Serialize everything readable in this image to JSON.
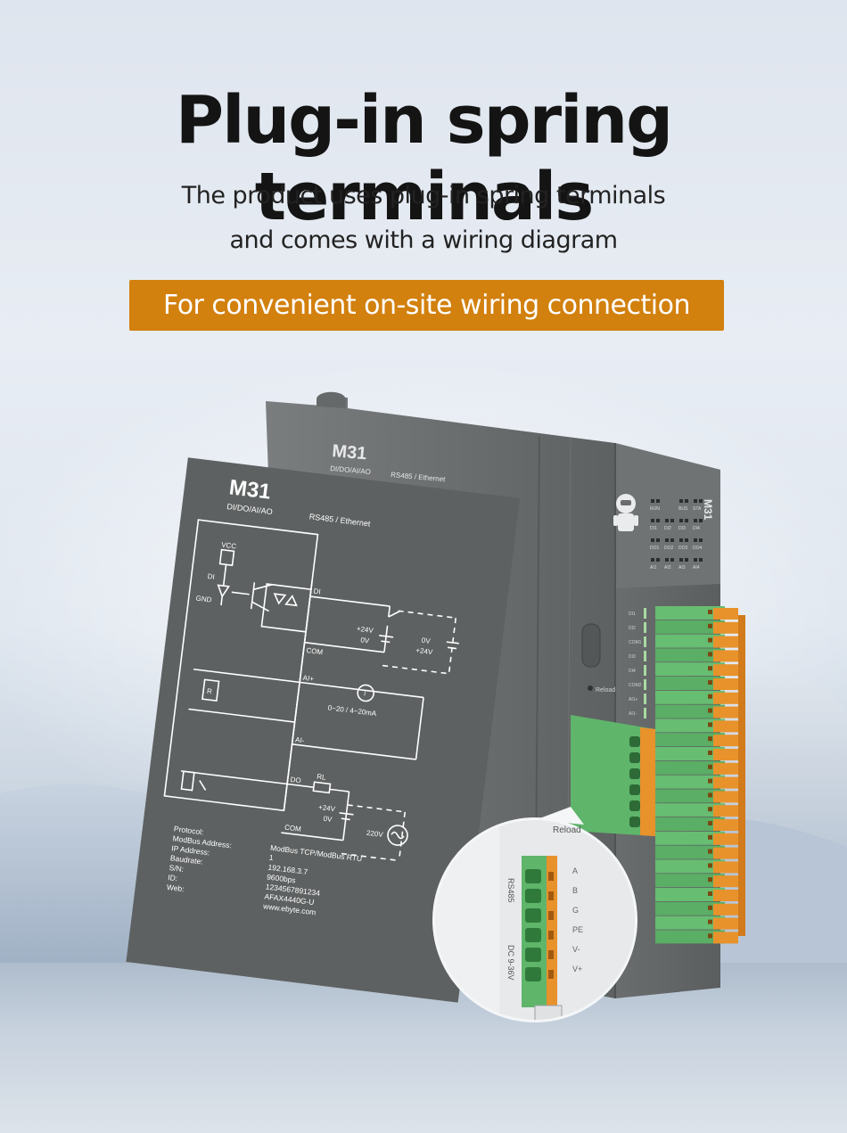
{
  "headline": "Plug-in spring terminals",
  "subtitle_line1": "The product uses plug-in spring terminals",
  "subtitle_line2": "and comes with a wiring diagram",
  "banner": "For convenient on-site wiring connection",
  "colors": {
    "banner": "#d2800e",
    "device": "#6c6f70",
    "terminal_green": "#5fb56a",
    "terminal_orange": "#e8922c"
  },
  "card": {
    "model": "M31",
    "io": "DI/DO/AI/AO",
    "comm": "RS485 / Ethernet",
    "labels": {
      "vcc": "VCC",
      "di_pin": "DI",
      "gnd": "GND",
      "di": "DI",
      "com1": "COM",
      "p24a": "+24V",
      "ov_a": "0V",
      "ov_b": "0V",
      "p24b": "+24V",
      "ai_plus": "AI+",
      "r": "R",
      "i": "I",
      "range": "0~20 / 4~20mA",
      "ai_minus": "AI-",
      "do": "DO",
      "rl": "RL",
      "p24c": "+24V",
      "ov_c": "0V",
      "v220": "220V",
      "com2": "COM"
    },
    "specs": [
      {
        "key": "Protocol:",
        "value": "ModBus TCP/ModBus RTU"
      },
      {
        "key": "ModBus Address:",
        "value": "1"
      },
      {
        "key": "IP Address:",
        "value": "192.168.3.7"
      },
      {
        "key": "Baudrate:",
        "value": "9600bps"
      },
      {
        "key": "S/N:",
        "value": "1234567891234"
      },
      {
        "key": "ID:",
        "value": "AFAX4440G-U"
      },
      {
        "key": "Web:",
        "value": "www.ebyte.com"
      }
    ]
  },
  "device": {
    "model": "M31",
    "io": "DI/DO/AI/AO",
    "comm": "RS485 / Ethernet",
    "side_model": "M31",
    "leds": [
      "RUN",
      "BUS",
      "STA",
      "DI1",
      "DI2",
      "DI3",
      "DI4",
      "DO1",
      "DO2",
      "DO3",
      "DO4",
      "AI1",
      "AI2",
      "AI3",
      "AI4"
    ],
    "reload": "Reload",
    "port_labels": [
      "DI1",
      "DI2",
      "COM1",
      "DI3",
      "DI4",
      "COM2",
      "AI1+",
      "AI1-"
    ]
  },
  "zoom": {
    "reload": "Reload",
    "rs485": "RS485",
    "dc": "DC 9-36V",
    "pins": [
      "A",
      "B",
      "G",
      "PE",
      "V-",
      "V+"
    ]
  }
}
